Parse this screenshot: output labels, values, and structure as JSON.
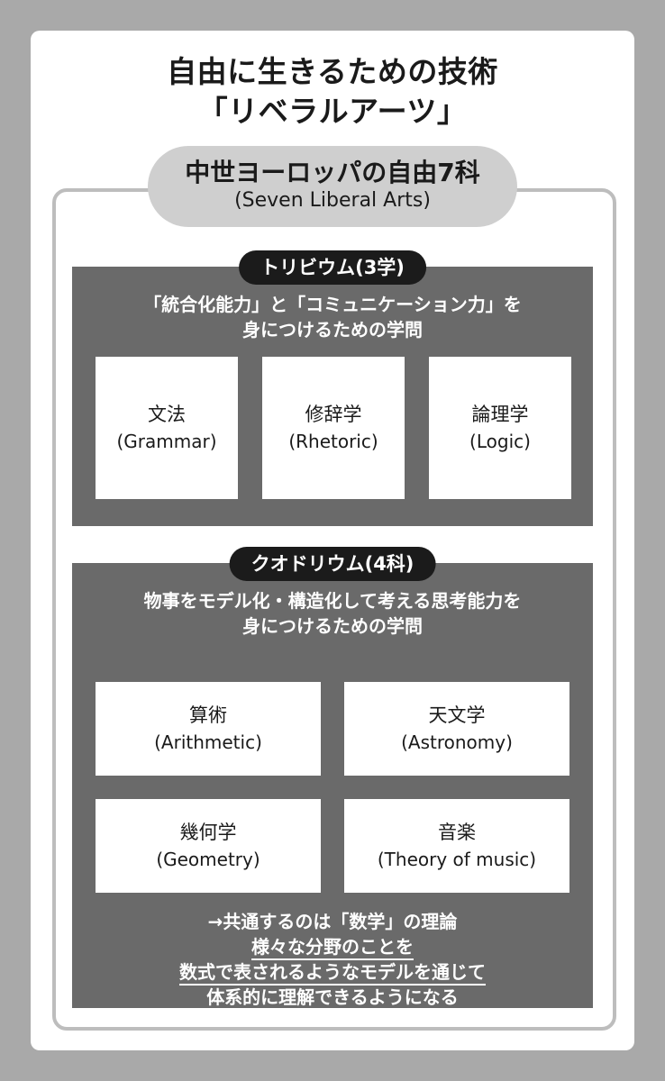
{
  "title": {
    "line1": "自由に生きるための技術",
    "line2": "「リベラルアーツ」"
  },
  "header_pill": {
    "main": "中世ヨーロッパの自由7科",
    "sub": "(Seven Liberal Arts)"
  },
  "trivium": {
    "badge": "トリビウム(3学)",
    "desc_line1": "「統合化能力」と「コミュニケーション力」を",
    "desc_line2": "身につけるための学問",
    "items": [
      {
        "jp": "文法",
        "en": "(Grammar)"
      },
      {
        "jp": "修辞学",
        "en": "(Rhetoric)"
      },
      {
        "jp": "論理学",
        "en": "(Logic)"
      }
    ]
  },
  "quadrivium": {
    "badge": "クオドリウム(4科)",
    "desc_line1": "物事をモデル化・構造化して考える思考能力を",
    "desc_line2": "身につけるための学問",
    "items": [
      {
        "jp": "算術",
        "en": "(Arithmetic)"
      },
      {
        "jp": "天文学",
        "en": "(Astronomy)"
      },
      {
        "jp": "幾何学",
        "en": "(Geometry)"
      },
      {
        "jp": "音楽",
        "en": "(Theory of music)"
      }
    ],
    "note_line1": "→共通するのは「数学」の理論",
    "note_line2": "様々な分野のことを",
    "note_line3": "数式で表されるようなモデルを通じて",
    "note_line4": "体系的に理解できるようになる"
  }
}
